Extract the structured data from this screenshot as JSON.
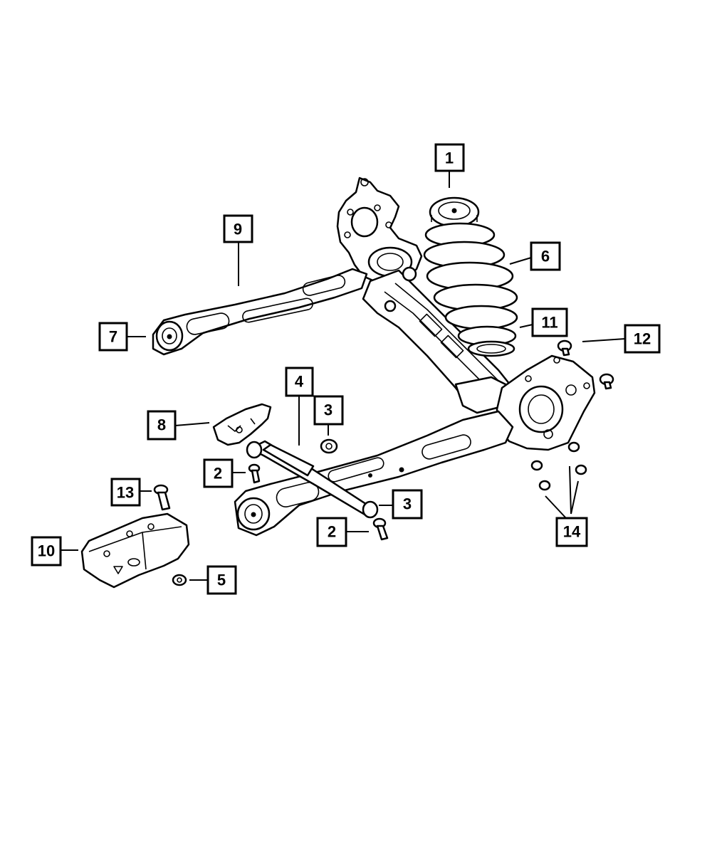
{
  "callouts": {
    "c1": "1",
    "c2a": "2",
    "c2b": "2",
    "c3a": "3",
    "c3b": "3",
    "c4": "4",
    "c5": "5",
    "c6": "6",
    "c7": "7",
    "c8": "8",
    "c9": "9",
    "c10": "10",
    "c11": "11",
    "c12": "12",
    "c13": "13",
    "c14": "14"
  },
  "colors": {
    "line": "#000000",
    "background": "#ffffff"
  }
}
